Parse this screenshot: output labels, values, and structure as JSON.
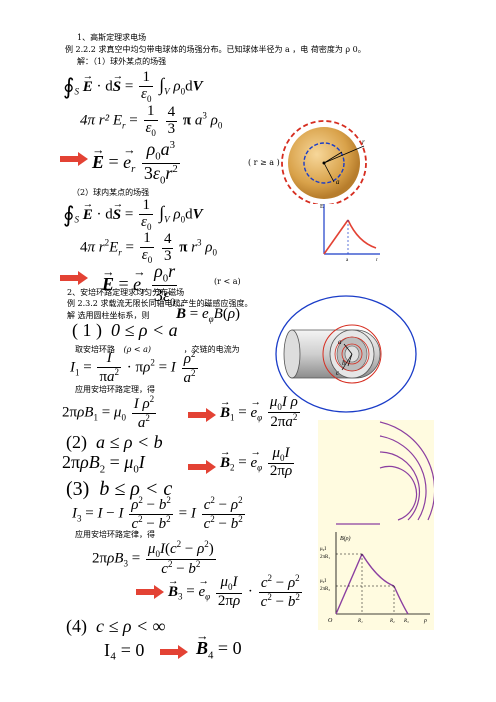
{
  "section1": {
    "title": "1、高斯定理求电场",
    "problem": "例 2.2.2 求真空中均匀带电球体的场强分布。已知球体半径为 a ，电  荷密度为 ρ 0。",
    "outside_label": "解：（1）球外某点的场强",
    "eq1_lhs": "∮",
    "eq1_sub": "S",
    "eq1_rhs_int_sub": "V",
    "eq2_lhs": "4π r² E",
    "eq2_sub": "r",
    "eq3_result_cond": "( r ≥ a )",
    "inside_label": "（2）球内某点的场强",
    "eq6_cond": "(r < a)"
  },
  "section2": {
    "title": "2、安培环路定理求均匀分布磁场",
    "problem": "例 2.3.2    求载流无限长同轴电缆产生的磁感应强度。",
    "solution": "解    选用圆柱坐标系，则",
    "case1_label": "( 1 )",
    "case1_range": "0 ≤ ρ < a",
    "ampere_loop_text": "取安培环路",
    "ampere_loop_cond": "(ρ < a)",
    "ampere_loop_text2": "，交链的电流为",
    "apply_text1": "应用安培环路定理，得",
    "case2_label": "(2)",
    "case2_range": "a ≤ ρ < b",
    "case3_label": "(3)",
    "case3_range": "b ≤ ρ < c",
    "apply_text2": "应用安培环路定律，得",
    "case4_label": "(4)",
    "case4_range": "c ≤ ρ < ∞",
    "I4": "I₄ = 0",
    "B4": "= 0"
  },
  "graph1": {
    "ylabel": "E",
    "xtick": "a",
    "xlabel": "r"
  },
  "sphere": {
    "label_r": "r",
    "label_a": "a"
  },
  "cable": {
    "label_a": "a",
    "label_b": "b",
    "label_c": "c"
  },
  "graph2": {
    "ylabel": "B(ρ)",
    "y1": "μ₀I",
    "y1b": "2πR₁",
    "y2": "μ₀I",
    "y2b": "2πR₂",
    "origin": "O",
    "xt1": "R₁",
    "xt2": "R₂",
    "xt3": "R₃",
    "xlabel": "ρ"
  },
  "colors": {
    "arrow": "#e34234",
    "red": "#d62d20",
    "blue": "#1a3cc8",
    "graph_bg": "#fffbe0",
    "purple": "#8b3fa0"
  }
}
